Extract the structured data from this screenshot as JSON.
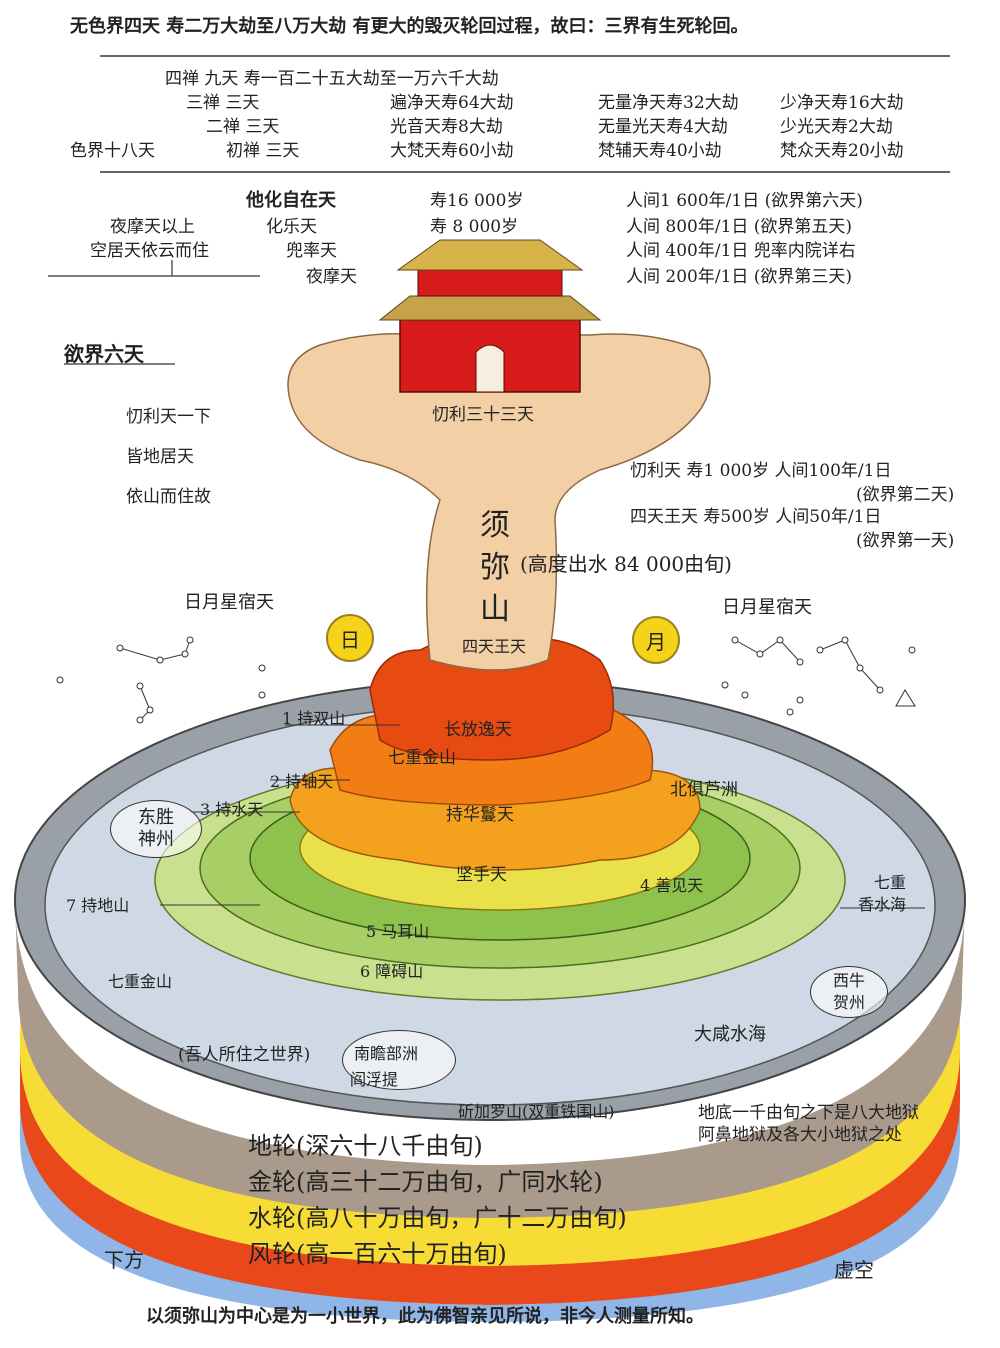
{
  "header": {
    "line1": "无色界四天      寿二万大劫至八万大劫   有更大的毁灭轮回过程，故曰：三界有生死轮回。"
  },
  "form_realm": {
    "fourth_dhyana": "四禅   九天   寿一百二十五大劫至一万六千大劫",
    "third_dhyana": "三禅   三天",
    "second_dhyana": "二禅   三天",
    "first_dhyana": "初禅   三天",
    "label": "色界十八天",
    "col1": [
      "遍净天寿64大劫",
      "光音天寿8大劫",
      "大梵天寿60小劫"
    ],
    "col2": [
      "无量净天寿32大劫",
      "无量光天寿4大劫",
      "梵辅天寿40小劫"
    ],
    "col3": [
      "少净天寿16大劫",
      "少光天寿2大劫",
      "梵众天寿20小劫"
    ]
  },
  "desire_upper": {
    "note1": "夜摩天以上",
    "note2": "空居天依云而住",
    "heavens": [
      "他化自在天",
      "化乐天",
      "兜率天",
      "夜摩天"
    ],
    "lifespans": [
      "寿16 000岁",
      "寿 8 000岁"
    ],
    "human_eq": [
      "人间1 600年/1日 (欲界第六天)",
      "人间  800年/1日 (欲界第五天)",
      "人间  400年/1日  兜率内院详右",
      "人间  200年/1日 (欲界第三天)"
    ]
  },
  "desire_realm": {
    "title": "欲界六天",
    "note": [
      "忉利天一下",
      "皆地居天",
      "依山而住故"
    ],
    "trayastrimsa": "忉利三十三天",
    "row1": "忉利天   寿1 000岁   人间100年/1日",
    "row1b": "(欲界第二天)",
    "row2": "四天王天   寿500岁   人间50年/1日",
    "row2b": "(欲界第一天)"
  },
  "sumeru": {
    "name1": "须",
    "name2": "弥",
    "name3": "山",
    "height": "(高度出水 84 000由旬)",
    "four_kings": "四天王天"
  },
  "celestial": {
    "left_label": "日月星宿天",
    "right_label": "日月星宿天",
    "sun": "日",
    "moon": "月"
  },
  "mountains": {
    "m1": "1 持双山",
    "m2": "2 持轴天",
    "m3": "3 持水天",
    "m4": "4 善见天",
    "m5": "5 马耳山",
    "m6": "6 障碍山",
    "m7": "7 持地山",
    "tier1": "长放逸天",
    "tier2": "七重金山",
    "tier3": "持华鬘天",
    "tier4": "坚手天",
    "seven_gold_left": "七重金山"
  },
  "continents": {
    "east": "东胜\n神州",
    "north": "北俱芦洲",
    "west": "西牛\n贺州",
    "south": "南瞻部洲",
    "south2": "阎浮提",
    "we": "(吾人所住之世界)",
    "ocean": "大咸水海",
    "fragrant": "七重\n香水海"
  },
  "base": {
    "iron_ring": "斫加罗山(双重铁围山)",
    "hell1": "地底一千由旬之下是八大地狱",
    "hell2": "阿鼻地狱及各大小地狱之处",
    "earth": "地轮(深六十八千由旬)",
    "gold": "金轮(高三十二万由旬，广同水轮)",
    "water": "水轮(高八十万由旬，广十二万由旬)",
    "wind": "风轮(高一百六十万由旬)",
    "below": "下方",
    "void": "虚空"
  },
  "footer": "以须弥山为中心是为一小世界，此为佛智亲见所说，非今人测量所知。",
  "colors": {
    "earth_band": "#a99a8c",
    "gold_band": "#f6dc34",
    "water_band": "#e8481a",
    "wind_band": "#8fb6e6",
    "ocean": "#cfd9e6",
    "cloud": "#f3cfa5",
    "palace": "#d81b1b"
  }
}
